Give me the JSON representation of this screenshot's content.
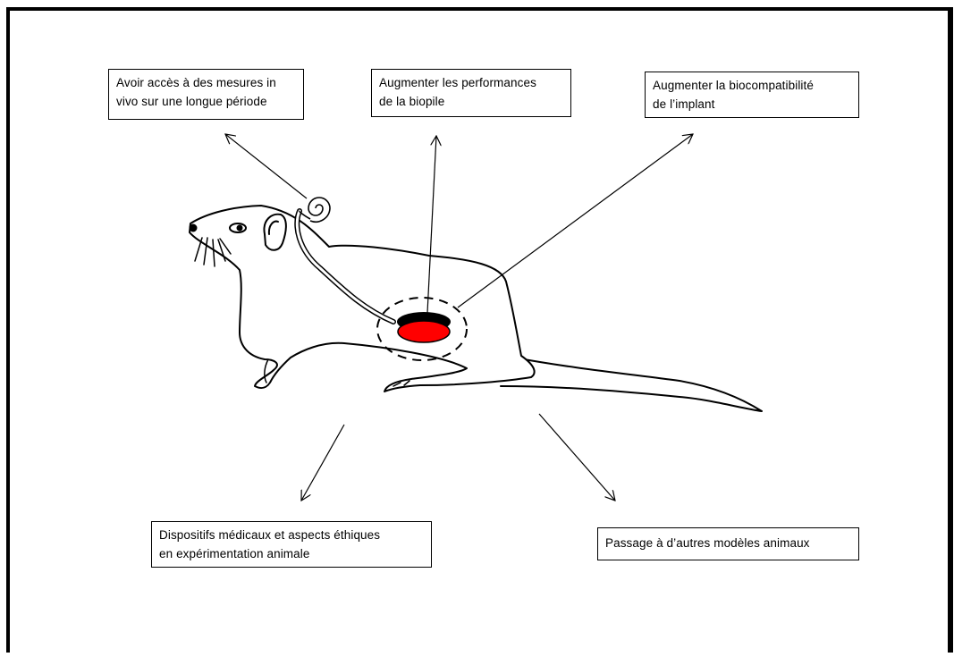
{
  "boxes": {
    "long_term": {
      "line1": "Avoir accès à des mesures in",
      "line2": "vivo sur une longue période"
    },
    "performance": {
      "line1": "Augmenter les performances",
      "line2": "de la biopile"
    },
    "biocompat": {
      "line1": "Augmenter la biocompatibilité",
      "line2": "de l’implant"
    },
    "ethics": {
      "line1": "Dispositifs  médicaux et aspects éthiques",
      "line2": "en expérimentation animale"
    },
    "other_models": {
      "line1": "Passage à d’autres modèles  animaux"
    }
  },
  "colors": {
    "implant_fill": "#ff0000",
    "implant_cap": "#000000",
    "outline": "#000000"
  },
  "icons": {
    "animal": "rat-illustration",
    "implant": "biopile-implant-icon"
  }
}
